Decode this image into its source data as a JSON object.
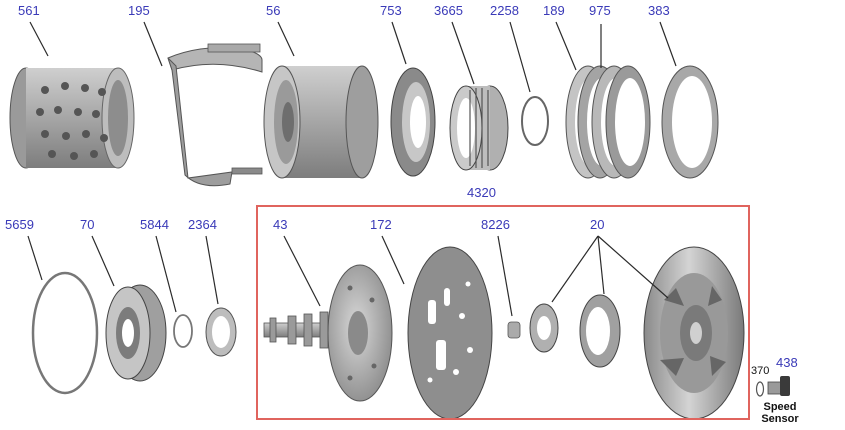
{
  "labels": {
    "p561": "561",
    "p195": "195",
    "p56": "56",
    "p753": "753",
    "p3665": "3665",
    "p2258": "2258",
    "p189": "189",
    "p975": "975",
    "p383": "383",
    "p4320": "4320",
    "p5659": "5659",
    "p70": "70",
    "p5844": "5844",
    "p2364": "2364",
    "p43": "43",
    "p172": "172",
    "p8226": "8226",
    "p20": "20",
    "p370": "370",
    "p438": "438"
  },
  "caption": {
    "line1": "Speed",
    "line2": "Sensor"
  },
  "colors": {
    "label_text": "#3a3ab8",
    "group_box": "#e0645e",
    "leader_line": "#2b2b2b"
  }
}
